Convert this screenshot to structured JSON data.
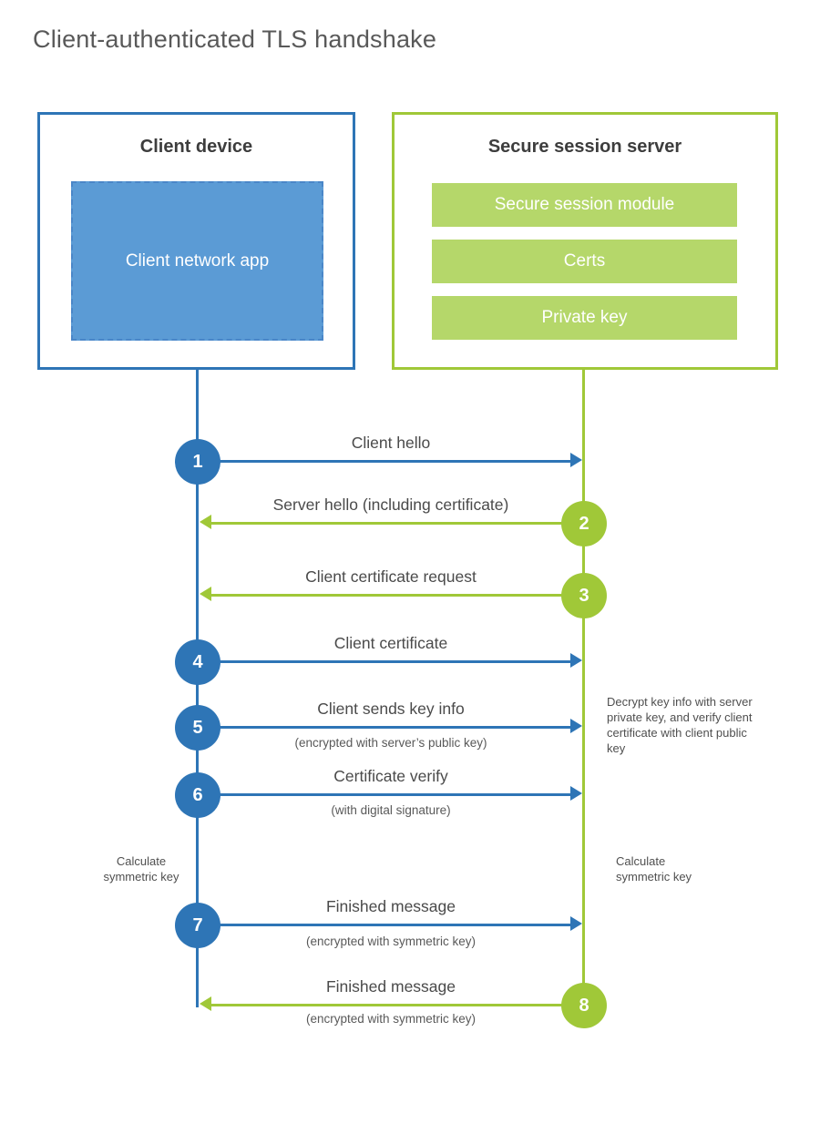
{
  "page": {
    "title": "Client-authenticated TLS handshake"
  },
  "client": {
    "title": "Client device",
    "app_label": "Client network app"
  },
  "server": {
    "title": "Secure session server",
    "modules": [
      "Secure session module",
      "Certs",
      "Private key"
    ]
  },
  "steps": [
    {
      "num": "1",
      "direction": "client-to-server",
      "label": "Client hello",
      "sub": ""
    },
    {
      "num": "2",
      "direction": "server-to-client",
      "label": "Server hello (including certificate)",
      "sub": ""
    },
    {
      "num": "3",
      "direction": "server-to-client",
      "label": "Client certificate request",
      "sub": ""
    },
    {
      "num": "4",
      "direction": "client-to-server",
      "label": "Client certificate",
      "sub": ""
    },
    {
      "num": "5",
      "direction": "client-to-server",
      "label": "Client sends key info",
      "sub": "(encrypted with server’s public key)"
    },
    {
      "num": "6",
      "direction": "client-to-server",
      "label": "Certificate verify",
      "sub": "(with digital signature)"
    },
    {
      "num": "7",
      "direction": "client-to-server",
      "label": "Finished message",
      "sub": "(encrypted with symmetric key)"
    },
    {
      "num": "8",
      "direction": "server-to-client",
      "label": "Finished message",
      "sub": "(encrypted with symmetric key)"
    }
  ],
  "notes": {
    "decrypt": "Decrypt key info with server private key, and verify client certificate with client public key",
    "calc_left": "Calculate symmetric key",
    "calc_right": "Calculate symmetric key"
  },
  "colors": {
    "blue": "#2e75b6",
    "blue_fill": "#5b9bd5",
    "green": "#a0c838",
    "green_fill": "#b5d76a",
    "title_text": "#595959",
    "label_text": "#4a4a4a"
  }
}
